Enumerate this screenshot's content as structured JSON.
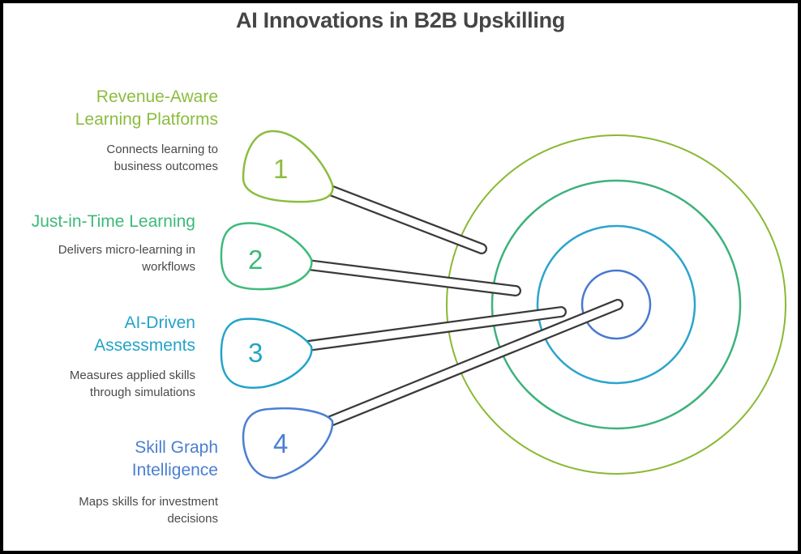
{
  "title": "AI Innovations in B2B Upskilling",
  "colors": {
    "item1": "#8bbd3f",
    "item2": "#3dba7a",
    "item3": "#23a3c9",
    "item4": "#4a7fd1",
    "outer_ring": "#8ab833",
    "ring2": "#3db27c",
    "ring3": "#2ba4cb",
    "inner_ring": "#4a78d0",
    "stem": "#3a3a3a",
    "desc_text": "#4a4a4a",
    "title_text": "#454545"
  },
  "items": [
    {
      "number": "1",
      "title_line1": "Revenue-Aware",
      "title_line2": "Learning Platforms",
      "desc_line1": "Connects learning to",
      "desc_line2": "business outcomes"
    },
    {
      "number": "2",
      "title_line1": "Just-in-Time Learning",
      "title_line2": "",
      "desc_line1": "Delivers micro-learning in",
      "desc_line2": "workflows"
    },
    {
      "number": "3",
      "title_line1": "AI-Driven",
      "title_line2": "Assessments",
      "desc_line1": "Measures applied skills",
      "desc_line2": "through simulations"
    },
    {
      "number": "4",
      "title_line1": "Skill Graph",
      "title_line2": "Intelligence",
      "desc_line1": "Maps skills for investment",
      "desc_line2": "decisions"
    }
  ]
}
